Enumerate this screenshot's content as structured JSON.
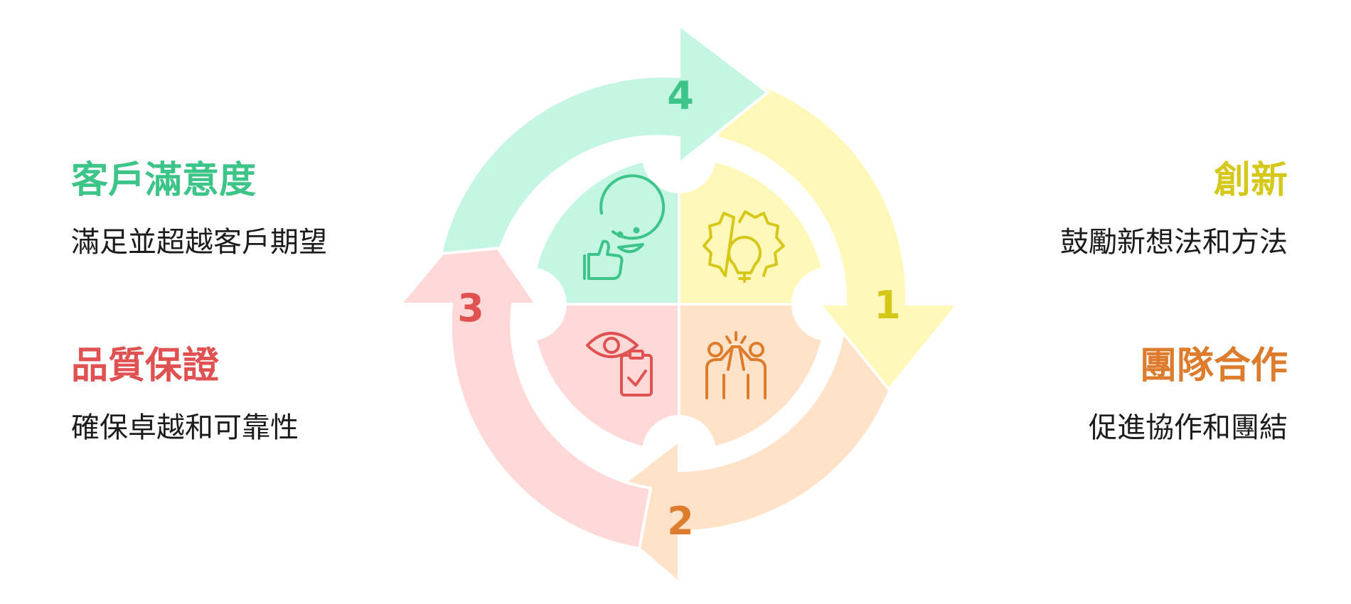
{
  "colors": {
    "green": "#3dc488",
    "yellow": "#d5c81a",
    "orange": "#dd7c2c",
    "red": "#e05252",
    "green_fill": "#c5f6e4",
    "yellow_fill": "#fff8b8",
    "orange_fill": "#ffe2c8",
    "red_fill": "#ffd8d8"
  },
  "left_items": [
    {
      "title": "客戶滿意度",
      "desc": "滿足並超越客戶期望"
    },
    {
      "title": "品質保證",
      "desc": "確保卓越和可靠性"
    }
  ],
  "right_items": [
    {
      "title": "創新",
      "desc": "鼓勵新想法和方法"
    },
    {
      "title": "團隊合作",
      "desc": "促進協作和團結"
    }
  ],
  "cycle": {
    "steps": [
      {
        "number": "1",
        "icon": "lightbulb-gear-icon"
      },
      {
        "number": "2",
        "icon": "high-five-icon"
      },
      {
        "number": "3",
        "icon": "eye-checklist-icon"
      },
      {
        "number": "4",
        "icon": "smiley-thumbs-up-icon"
      }
    ]
  }
}
